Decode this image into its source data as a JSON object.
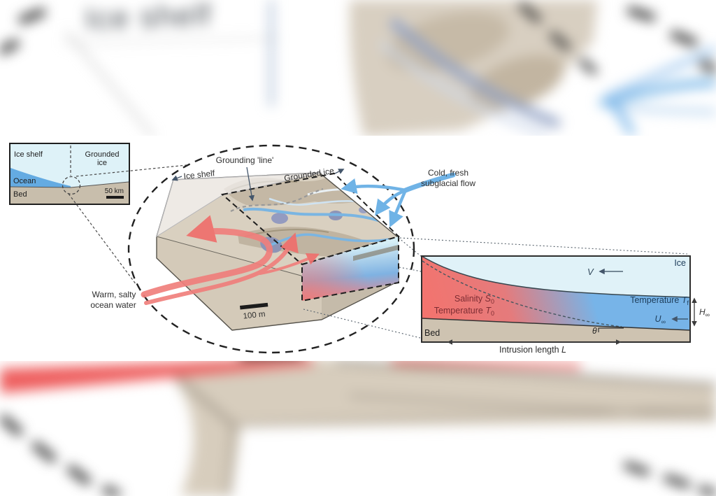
{
  "figure_meta": {
    "description": "Scientific schematic of seawater intrusion beneath grounded ice at a glacier grounding zone, shown sharp over a blurred enlargement of itself"
  },
  "labels": {
    "inset": {
      "ice_shelf": "Ice shelf",
      "grounded_1": "Grounded",
      "grounded_2": "ice",
      "ocean": "Ocean",
      "bed": "Bed",
      "scale": "50 km"
    },
    "block": {
      "grounding_line": "Grounding 'line'",
      "ice_shelf": "Ice shelf",
      "grounded_ice": "Grounded ice",
      "cold_fresh_1": "Cold, fresh",
      "cold_fresh_2": "subglacial flow",
      "warm_salty_1": "Warm, salty",
      "warm_salty_2": "ocean water",
      "scale": "100 m"
    },
    "panel": {
      "ice": "Ice",
      "velocity_var": "V",
      "temp_interface": "Temperature ",
      "temp_interface_var": "T",
      "temp_interface_sub": "f",
      "u_var": "U",
      "u_sub": "∞",
      "h_var": "H",
      "h_sub": "∞",
      "salinity": "Salinity ",
      "salinity_var": "S",
      "salinity_sub": "0",
      "temp_ocean": "Temperature ",
      "temp_ocean_var": "T",
      "temp_ocean_sub": "0",
      "bed": "Bed",
      "theta": "θ",
      "intrusion": "Intrusion length ",
      "intrusion_var": "L",
      "bg_text": "Ice shelf"
    }
  },
  "colors": {
    "ice_cyan": "#e0f2f8",
    "ocean_blue": "#64abe2",
    "water_blue": "#77b4e8",
    "warm_red": "#f4726c",
    "bed_tan": "#cfc5b3",
    "block_tan": "#d6ccbc",
    "pool_blue": "#8d94b6",
    "channel_blue": "#7ab5e2",
    "navy_text": "#1d3d5a",
    "maroon_text": "#7d2d33",
    "dark_text": "#2e2e2e"
  }
}
